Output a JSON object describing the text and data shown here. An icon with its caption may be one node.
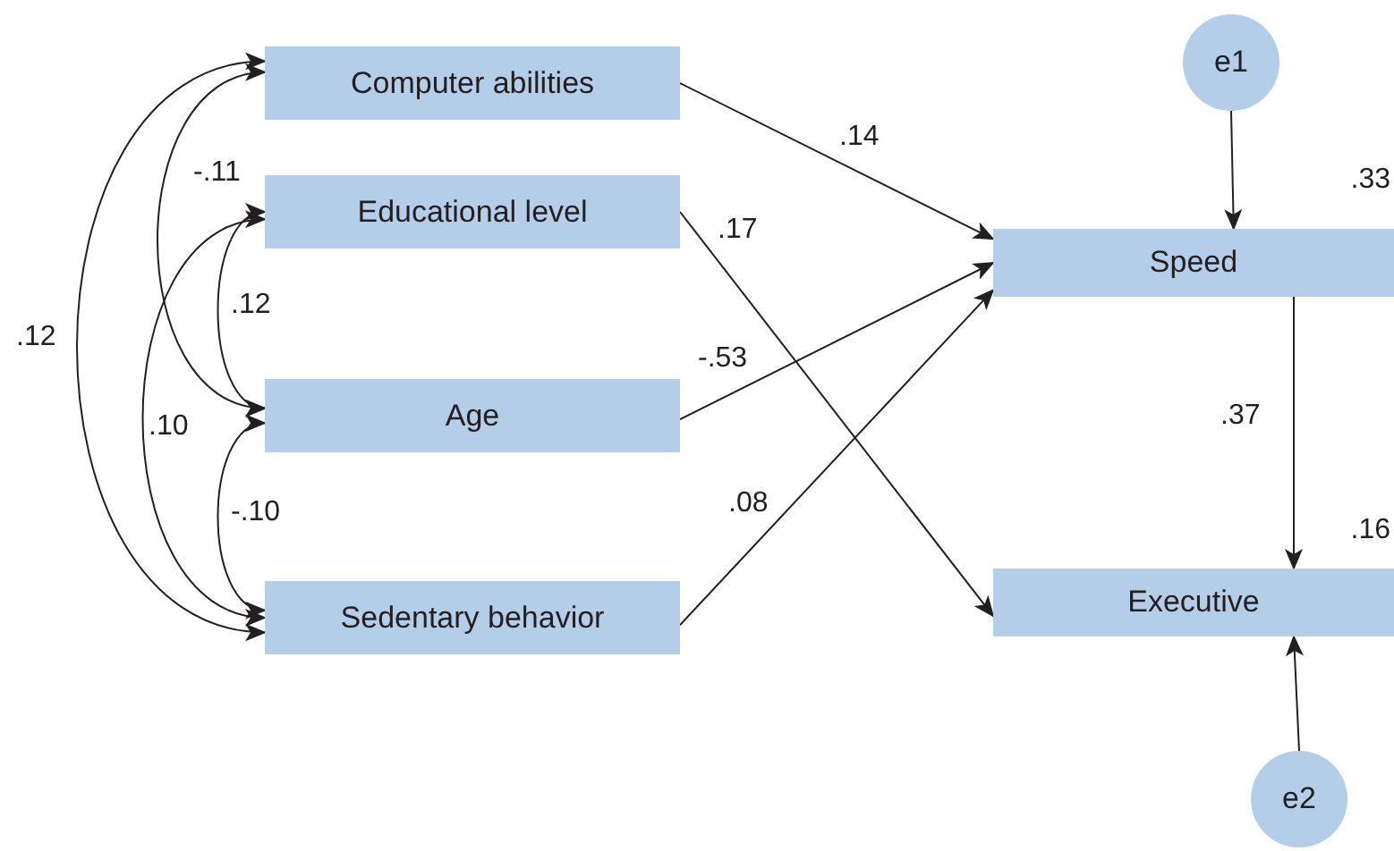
{
  "diagram": {
    "nodes": [
      {
        "text": [
          "Computer abilities"
        ]
      },
      {
        "text": [
          "Educational level"
        ]
      },
      {
        "text": [
          "Age"
        ]
      },
      {
        "text": [
          "Sedentary behavior"
        ]
      },
      {
        "text": [
          "e1"
        ]
      },
      {
        "text": [
          "Speed"
        ],
        "beside": [
          ".33"
        ]
      },
      {
        "text": [
          "Executive"
        ],
        "beside": [
          ".16"
        ]
      },
      {
        "text": [
          "e2"
        ]
      }
    ],
    "edges": [
      {
        "from": 0,
        "to": 2,
        "arrow": "both",
        "label": "-.11"
      },
      {
        "from": 1,
        "to": 2,
        "arrow": "both",
        "label": ".12"
      },
      {
        "from": 0,
        "to": 3,
        "arrow": "both",
        "label": ".12"
      },
      {
        "from": 1,
        "to": 3,
        "arrow": "both",
        "label": ".10"
      },
      {
        "from": 2,
        "to": 3,
        "arrow": "both",
        "label": "-.10"
      },
      {
        "from": 0,
        "to": 5,
        "arrow": "to",
        "label": ".14"
      },
      {
        "from": 1,
        "to": 6,
        "arrow": "to",
        "label": ".17"
      },
      {
        "from": 2,
        "to": 5,
        "arrow": "to",
        "label": "-.53"
      },
      {
        "from": 3,
        "to": 5,
        "arrow": "to",
        "label": ".08"
      },
      {
        "from": 4,
        "to": 5,
        "arrow": "to"
      },
      {
        "from": 5,
        "to": 6,
        "arrow": "to",
        "label": ".37"
      },
      {
        "from": 7,
        "to": 6,
        "arrow": "to"
      }
    ]
  }
}
